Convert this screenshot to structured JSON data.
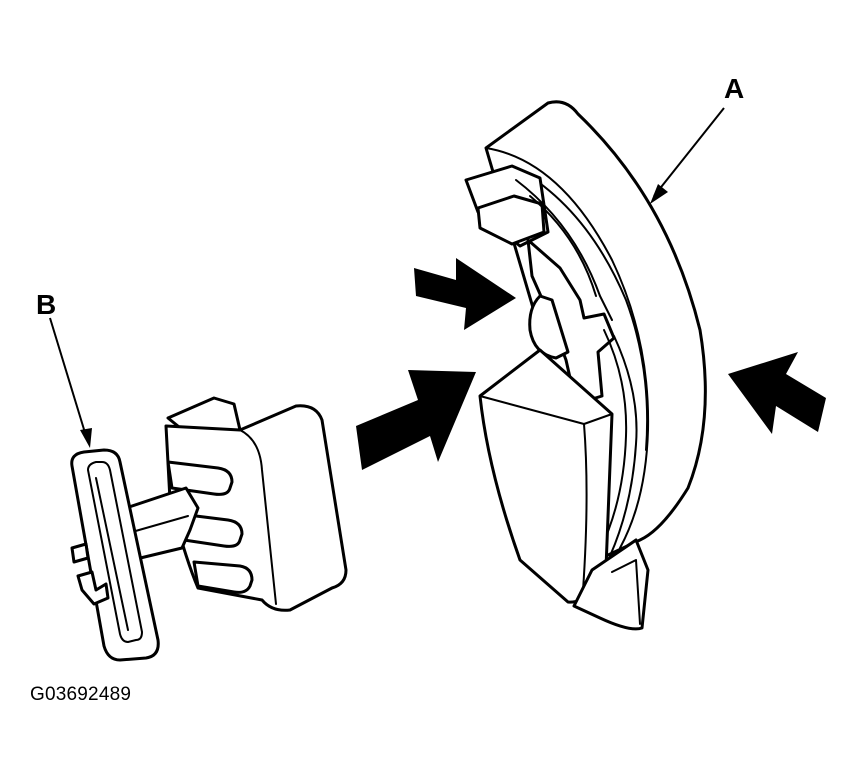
{
  "callouts": {
    "a": "A",
    "b": "B"
  },
  "figure_id": "G03692489",
  "colors": {
    "line": "#000000",
    "background": "#ffffff"
  },
  "parts": [
    {
      "callout": "A",
      "depicts": "curved-housing"
    },
    {
      "callout": "B",
      "depicts": "clip-with-block"
    }
  ],
  "push_arrows": 3
}
